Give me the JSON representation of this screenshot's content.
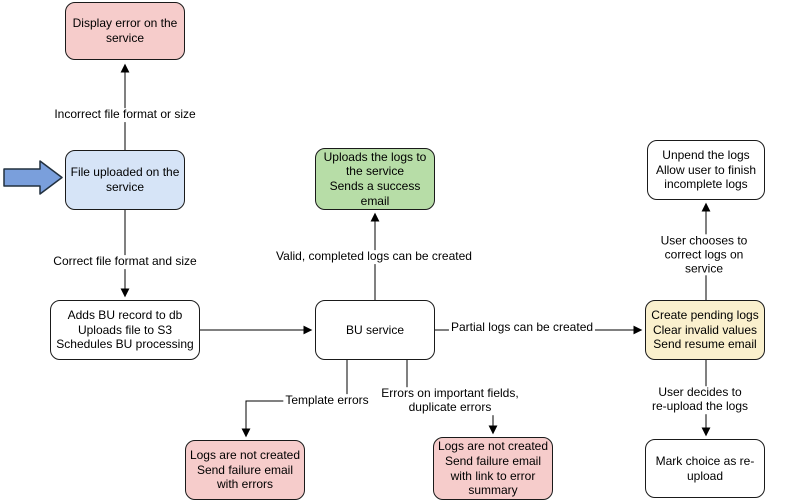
{
  "diagram_type": "flowchart",
  "nodes": {
    "display_error": {
      "text": "Display error on the\nservice",
      "fill": "#f6cccb"
    },
    "file_uploaded": {
      "text": "File uploaded on the\nservice",
      "fill": "#d6e4f7"
    },
    "process_upload": {
      "text": "Adds BU record to db\nUploads file to S3\nSchedules BU processing",
      "fill": "#ffffff"
    },
    "bu_service": {
      "text": "BU service",
      "fill": "#ffffff"
    },
    "success_upload": {
      "text": "Uploads the logs to\nthe service\nSends a success\nemail",
      "fill": "#b7dda7"
    },
    "create_pending": {
      "text": "Create pending logs\nClear invalid values\nSend resume email",
      "fill": "#faf0cd"
    },
    "unpend_logs": {
      "text": "Unpend the logs\nAllow user to finish\nincomplete logs",
      "fill": "#ffffff"
    },
    "mark_reupload": {
      "text": "Mark choice as re-\nupload",
      "fill": "#ffffff"
    },
    "failure_template": {
      "text": "Logs are not created\nSend failure email\nwith errors",
      "fill": "#f6cccb"
    },
    "failure_fields": {
      "text": "Logs are not created\nSend failure email\nwith link to error\nsummary",
      "fill": "#f6cccb"
    }
  },
  "edge_labels": {
    "incorrect_format": "Incorrect file format or size",
    "correct_format": "Correct file format and size",
    "valid_logs": "Valid, completed logs can be created",
    "partial_logs": "Partial logs can be created",
    "correct_on_service": "User chooses to correct logs on service",
    "reupload_decision": "User decides to re-upload the logs",
    "template_errors": "Template errors",
    "important_field_errors": "Errors on important fields,\nduplicate errors"
  },
  "colors": {
    "error_fill": "#f6cccb",
    "input_fill": "#d6e4f7",
    "success_fill": "#b7dda7",
    "pending_fill": "#faf0cd",
    "neutral_fill": "#ffffff",
    "entry_arrow_fill": "#7a9fdc",
    "line": "#000000"
  }
}
